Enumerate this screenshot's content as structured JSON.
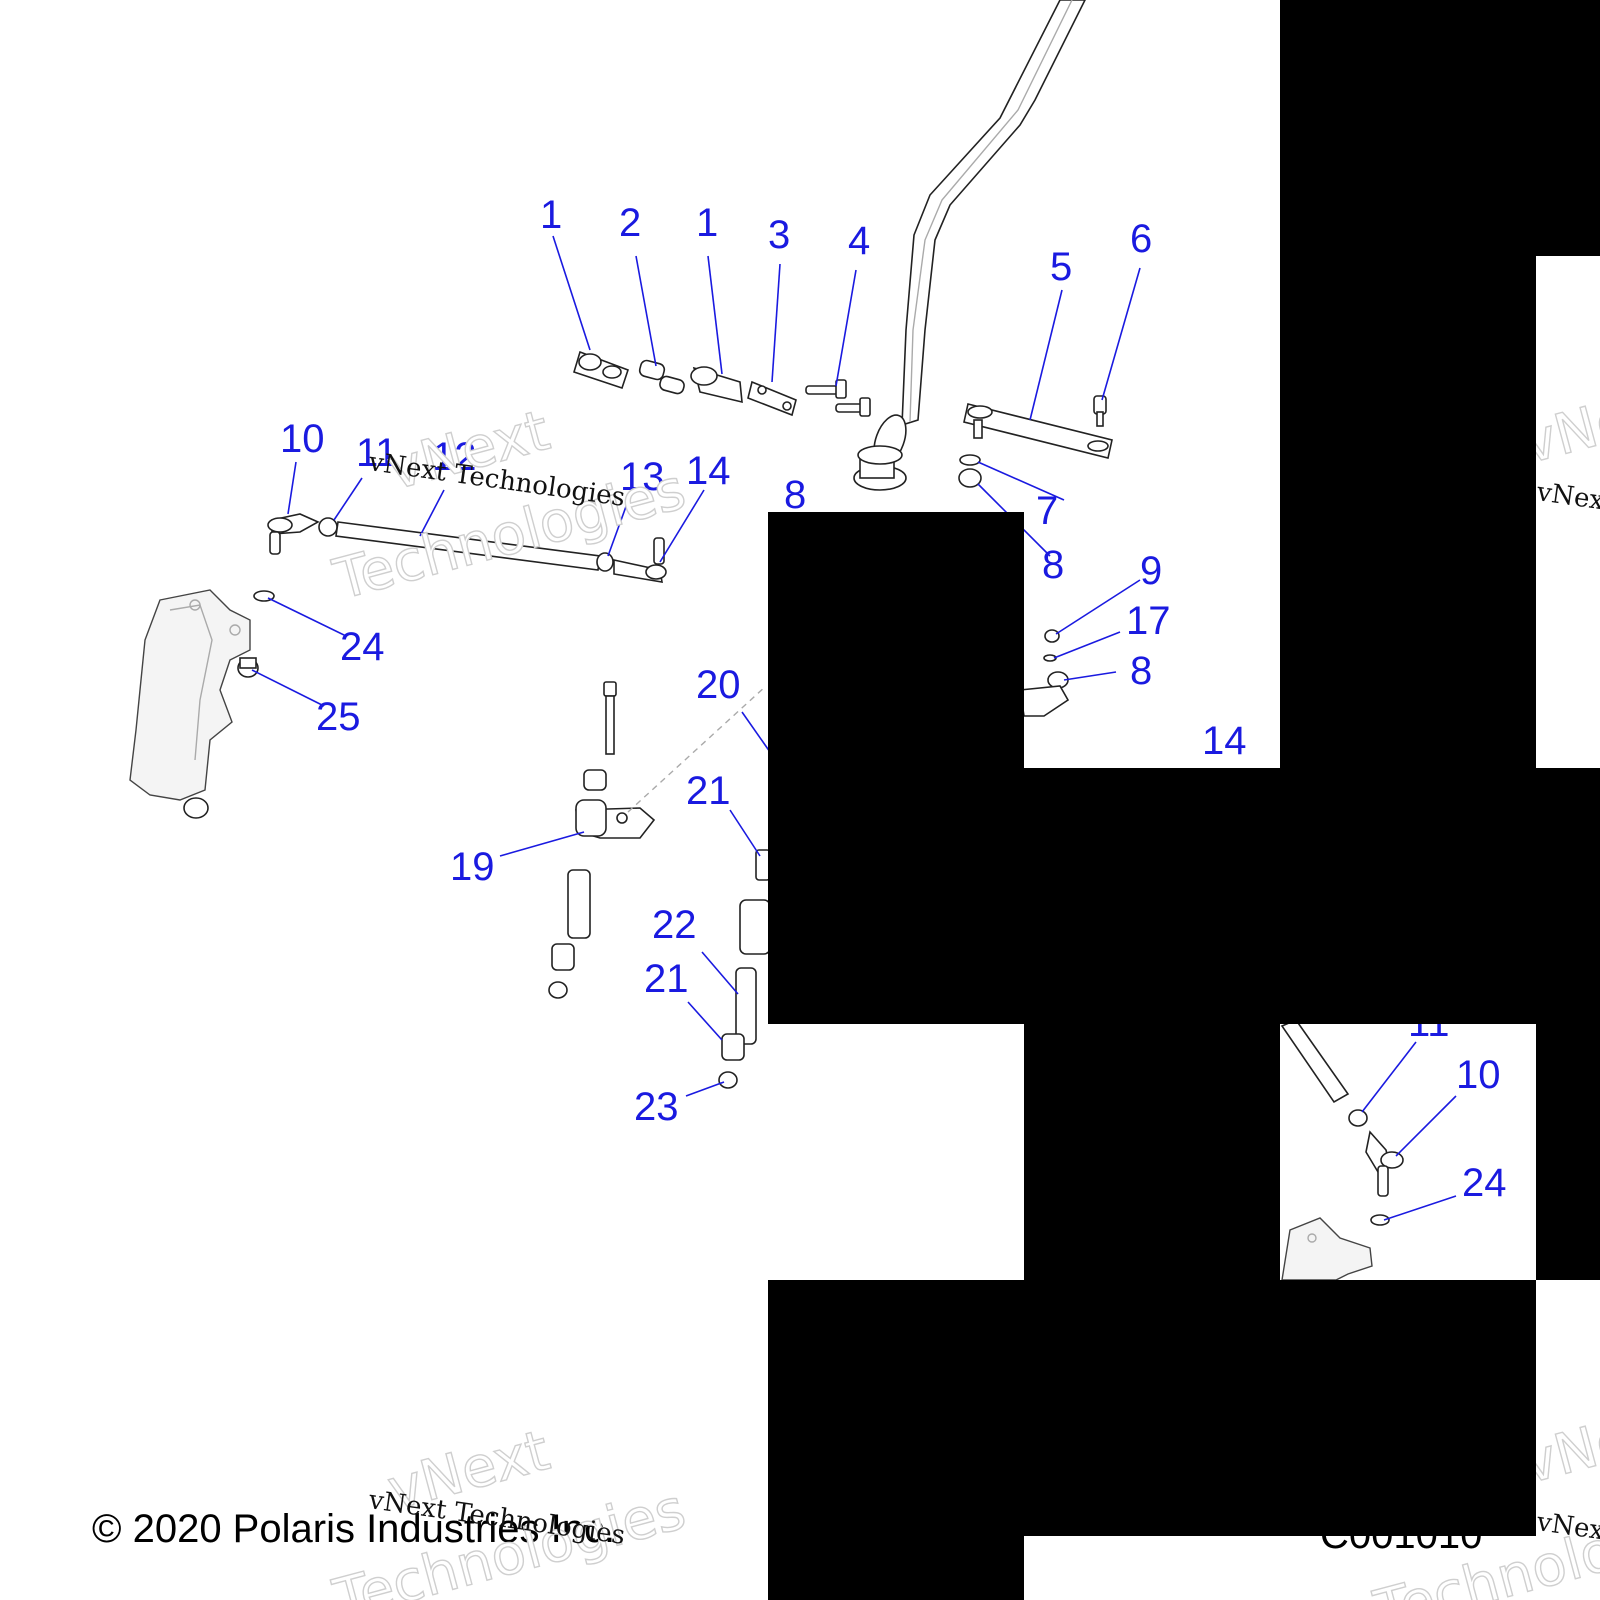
{
  "diagram": {
    "copyright": "© 2020 Polaris Industries Inc.",
    "figure_code": "C001010",
    "watermark_small": "vNext Technologies",
    "watermark_line1": "vNext",
    "watermark_line2": "Technologies",
    "callout_color": "#1a1ae0",
    "callouts": [
      {
        "id": "c1a",
        "label": "1"
      },
      {
        "id": "c2",
        "label": "2"
      },
      {
        "id": "c1b",
        "label": "1"
      },
      {
        "id": "c3",
        "label": "3"
      },
      {
        "id": "c4",
        "label": "4"
      },
      {
        "id": "c5",
        "label": "5"
      },
      {
        "id": "c6",
        "label": "6"
      },
      {
        "id": "c10a",
        "label": "10"
      },
      {
        "id": "c11a",
        "label": "11"
      },
      {
        "id": "c12",
        "label": "12"
      },
      {
        "id": "c13",
        "label": "13"
      },
      {
        "id": "c14a",
        "label": "14"
      },
      {
        "id": "c8a",
        "label": "8"
      },
      {
        "id": "c7",
        "label": "7"
      },
      {
        "id": "c8b",
        "label": "8"
      },
      {
        "id": "c9",
        "label": "9"
      },
      {
        "id": "c17",
        "label": "17"
      },
      {
        "id": "c8c",
        "label": "8"
      },
      {
        "id": "c24a",
        "label": "24"
      },
      {
        "id": "c25",
        "label": "25"
      },
      {
        "id": "c20",
        "label": "20"
      },
      {
        "id": "c14b",
        "label": "14"
      },
      {
        "id": "c21a",
        "label": "21"
      },
      {
        "id": "c19",
        "label": "19"
      },
      {
        "id": "c22",
        "label": "22"
      },
      {
        "id": "c21b",
        "label": "21"
      },
      {
        "id": "c23",
        "label": "23"
      },
      {
        "id": "c11b",
        "label": "11"
      },
      {
        "id": "c10b",
        "label": "10"
      },
      {
        "id": "c24b",
        "label": "24"
      }
    ]
  }
}
